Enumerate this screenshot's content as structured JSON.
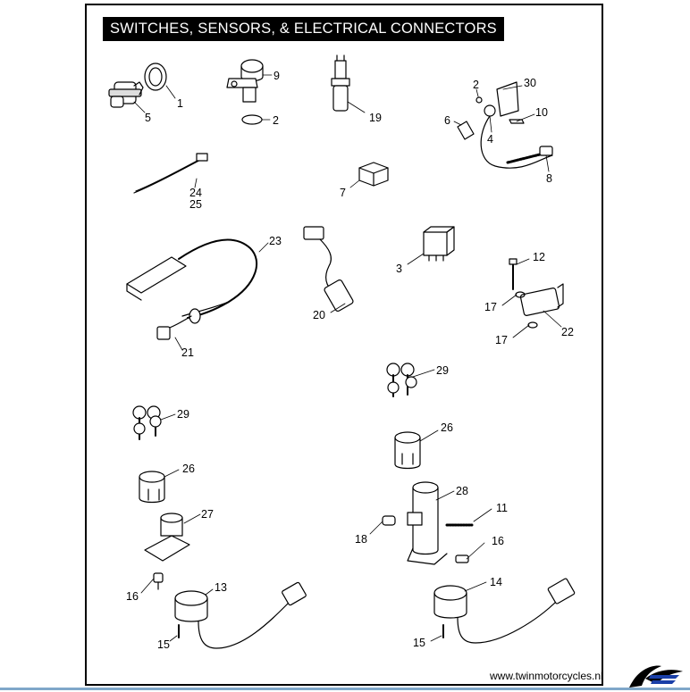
{
  "title": "SWITCHES, SENSORS, & ELECTRICAL CONNECTORS",
  "footer": {
    "url": "www.twinmotorcycles.nl"
  },
  "colors": {
    "frame": "#000000",
    "title_bg": "#000000",
    "title_text": "#ffffff",
    "rule": "#7fa7c9"
  },
  "callouts": {
    "c1": "1",
    "c2a": "2",
    "c2b": "2",
    "c3": "3",
    "c4": "4",
    "c5": "5",
    "c6": "6",
    "c7": "7",
    "c8": "8",
    "c9": "9",
    "c10": "10",
    "c11": "11",
    "c12": "12",
    "c13": "13",
    "c14": "14",
    "c15a": "15",
    "c15b": "15",
    "c16a": "16",
    "c16b": "16",
    "c17a": "17",
    "c17b": "17",
    "c18": "18",
    "c19": "19",
    "c20": "20",
    "c21": "21",
    "c22": "22",
    "c23": "23",
    "c24": "24",
    "c25": "25",
    "c26a": "26",
    "c26b": "26",
    "c27": "27",
    "c28": "28",
    "c29a": "29",
    "c29b": "29",
    "c30": "30"
  }
}
